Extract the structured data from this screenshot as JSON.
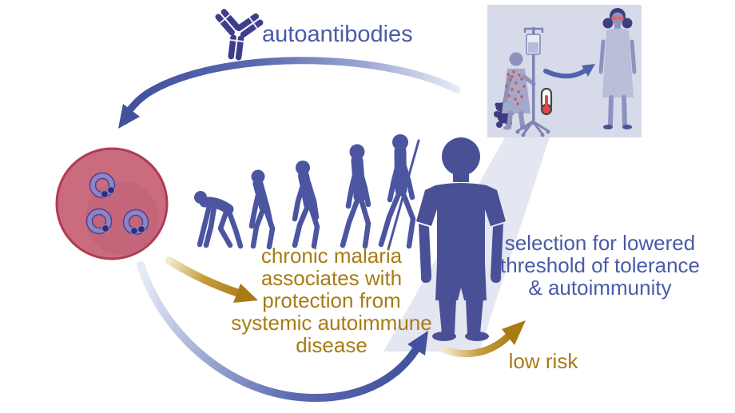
{
  "labels": {
    "autoantibodies": "autoantibodies",
    "malaria_protection_lines": [
      "chronic malaria",
      "associates with",
      "protection from",
      "systemic autoimmune",
      "disease"
    ],
    "selection_lines": [
      "selection for lowered",
      "threshold of tolerance",
      "& autoimmunity"
    ],
    "low_risk": "low risk"
  },
  "icons": {
    "antibody": "antibody-icon",
    "infected_cell": "infected-red-blood-cell-icon",
    "parasites": "malaria-parasite-ring-icon",
    "evolution": "human-evolution-silhouettes",
    "child": "child-silhouette",
    "inset": "hospital-inset",
    "sick_child": "sick-child-figure",
    "teddy_bear": "teddy-bear-icon",
    "iv_stand": "iv-drip-stand-icon",
    "thermometer": "thermometer-icon",
    "adult_woman": "adult-woman-figure",
    "arrows": [
      "top-feedback-arrow",
      "bottom-selection-arrow",
      "protection-arrow",
      "low-risk-arrow",
      "recovery-arrow"
    ]
  },
  "palette": {
    "c-gold": "#a87b15",
    "c-blue": "#4a5aa8",
    "c-indigo": "#3e3e8c",
    "c-silhouette": "#4b55a0",
    "c-child": "#4a5096",
    "c-arrow-dark": "#42519c",
    "c-rbc-fill": "#ca6b7e",
    "c-rbc-border": "#b13a56",
    "c-parasite-ring": "#8e85c7",
    "c-parasite-dot": "#2f2d78",
    "c-inset-bg": "#d7dae9",
    "c-rash-red": "#d4573f",
    "c-thermo-red": "#e04848"
  }
}
